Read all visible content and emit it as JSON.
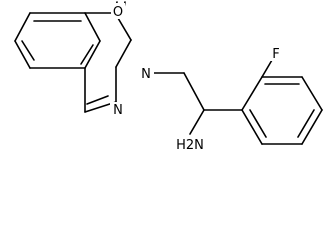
{
  "molecule": {
    "atoms": {
      "oxygen": "O",
      "nitrogen_1": "N",
      "nitrogen_2": "N",
      "fluorine": "F",
      "amine": "H2N"
    },
    "colors": {
      "bond": "#000000",
      "label": "#000000",
      "background": "#ffffff"
    }
  }
}
